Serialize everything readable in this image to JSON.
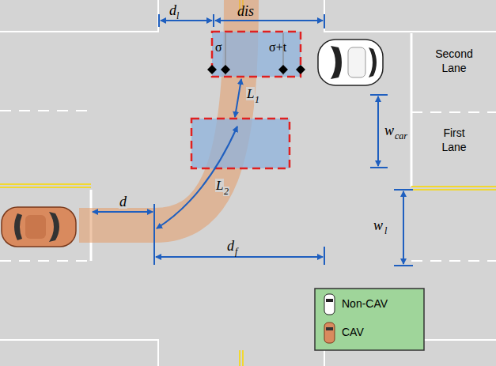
{
  "diagram": {
    "labels": [
      "d",
      "l",
      "dis",
      "σ",
      "σ+t",
      "L",
      "1",
      "L",
      "2",
      "d",
      "d",
      "f",
      "w",
      "car",
      "w",
      "l",
      "Second Lane",
      "First Lane"
    ],
    "legend": [
      {
        "text": "Non-CAV"
      },
      {
        "text": "CAV"
      }
    ]
  }
}
